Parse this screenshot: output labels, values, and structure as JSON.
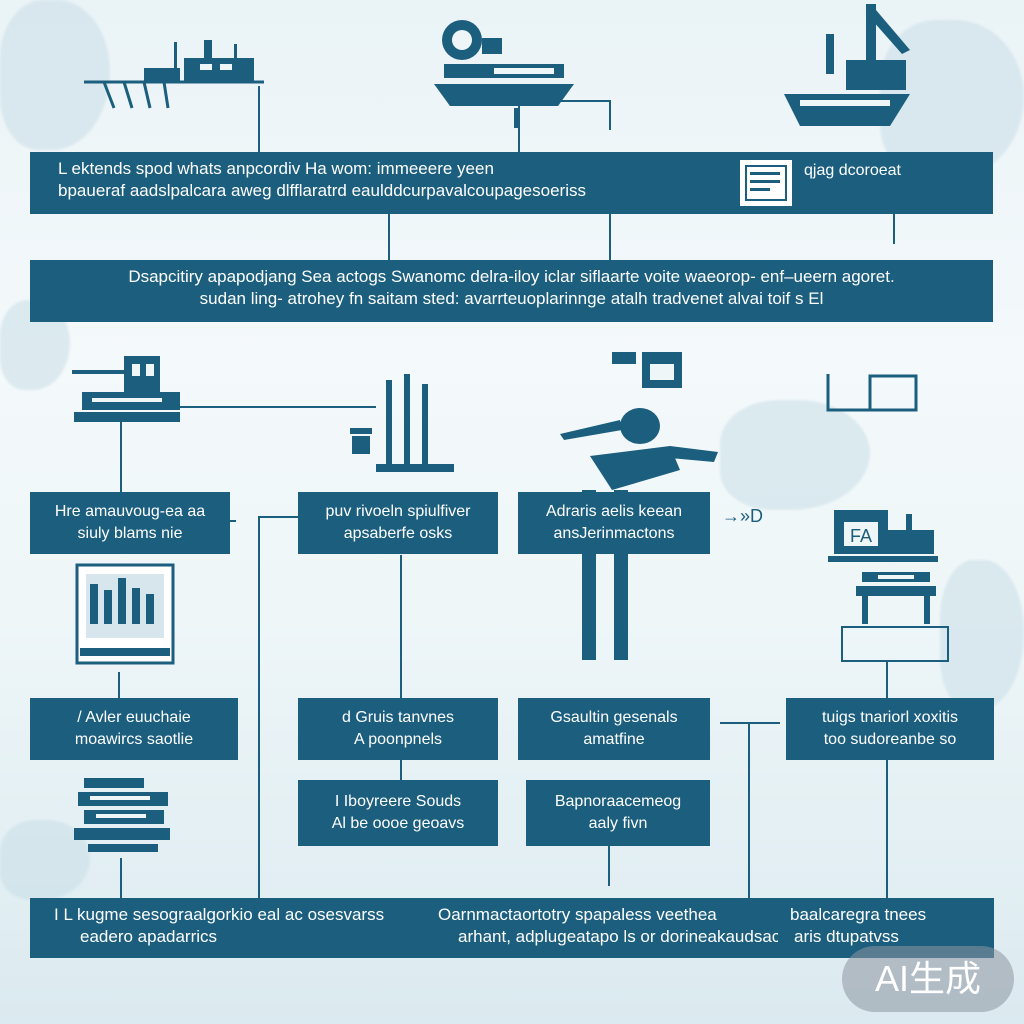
{
  "bands": {
    "top": {
      "line1": "L ektends spod whats anpcordiv Ha wom: immeeere yeen",
      "line2": "bpaueraf aadslpalcara aweg dlfflaratrd eaulddcurpavalcoupagesoeriss",
      "side_label": "qjag dcoroeat"
    },
    "middle": {
      "line1": "Dsapcitiry apapodjang Sea actogs Swanomc delra-iloy iclar siflaarte voite waeorop- enf–ueern agoret.",
      "line2": "sudan ling- atrohey fn saitam sted: avarrteuoplarinnge atalh tradvenet alvai toif s El"
    },
    "bottom": {
      "col1_line1": "I L kugme sesograalgorkio eal ac osesvarss",
      "col1_line2": "eadero apadarrics",
      "col2_line1": "Oarnmactaortotry spapaless veethea",
      "col2_line2": "arhant, adplugeatapo ls or dorineakaudsacae in",
      "col3_line1": "baalcaregra tnees",
      "col3_line2": "aris dtupatvss"
    }
  },
  "boxes": {
    "row1": [
      {
        "line1": "Hre amauvoug-ea aa",
        "line2": "siuly blams nie"
      },
      {
        "line1": "puv rivoeln spiulfiver",
        "line2": "apsaberfe osks"
      },
      {
        "line1": "Adraris aelis keean",
        "line2": "ansJerinmactons"
      }
    ],
    "row1_arrow_label": "→»D",
    "row2": [
      {
        "line1": "/ Avler euuchaie",
        "line2": "moawircs saotlie"
      },
      {
        "line1": "d Gruis tanvnes",
        "line2": "A poonpnels"
      },
      {
        "line1": "Gsaultin gesenals",
        "line2": "amatfine"
      },
      {
        "line1": "tuigs tnariorl xoxitis",
        "line2": "too sudoreanbe so"
      }
    ],
    "row3": [
      {
        "line1": "I Iboyreere Souds",
        "line2": "Al be oooe geoavs"
      },
      {
        "line1": "Bapnoraacemeog",
        "line2": "aaly fivn"
      }
    ],
    "card_label": "FA"
  },
  "watermark": "AI生成",
  "colors": {
    "primary": "#1b5e7e",
    "background": "#eef6f8",
    "text_on_primary": "#ffffff"
  }
}
